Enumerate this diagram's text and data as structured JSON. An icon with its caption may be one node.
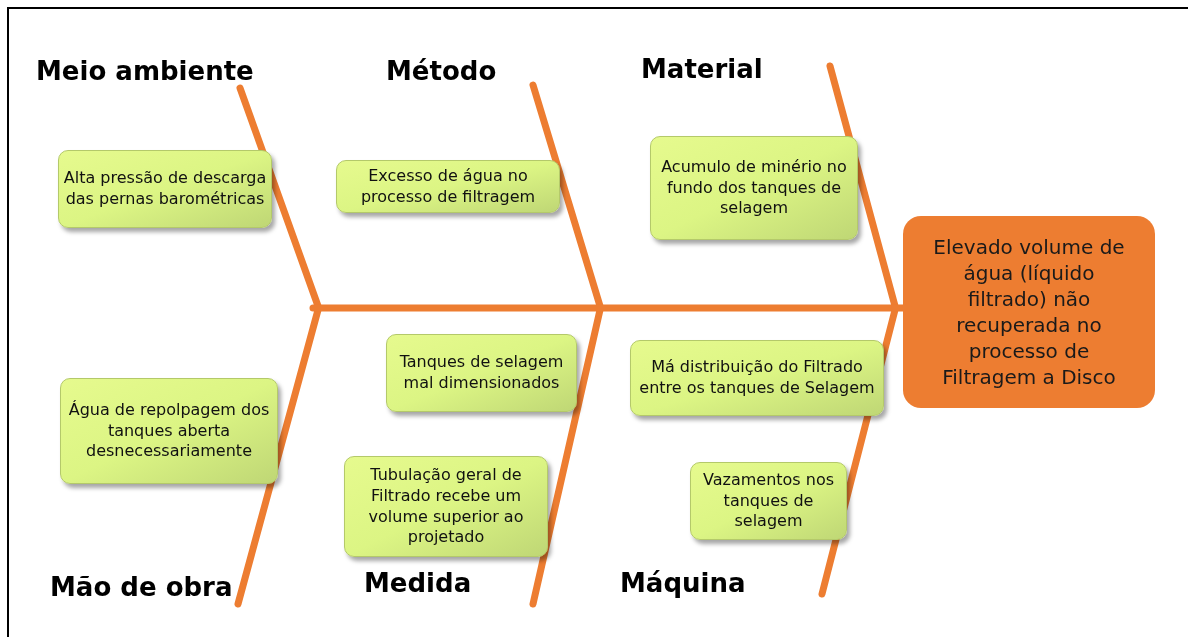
{
  "diagram": {
    "nodes": [
      {
        "text": [
          "Alta pressão de descarga das pernas barométricas"
        ]
      },
      {
        "text": [
          "Excesso de água no processo de filtragem"
        ]
      },
      {
        "text": [
          "Acumulo de minério no fundo dos tanques de selagem"
        ]
      },
      {
        "text": [
          "Elevado volume de água (líquido filtrado) não recuperada no processo de Filtragem a Disco"
        ]
      },
      {
        "text": [
          "Tanques de selagem mal dimensionados"
        ]
      },
      {
        "text": [
          "Má distribuição do Filtrado entre os tanques de Selagem"
        ]
      },
      {
        "text": [
          "Água de repolpagem dos tanques aberta desnecessariamente"
        ]
      },
      {
        "text": [
          "Tubulação geral de Filtrado recebe um volume superior ao projetado"
        ]
      },
      {
        "text": [
          "Vazamentos nos tanques de selagem"
        ]
      }
    ],
    "edges": [
      {
        "from": null,
        "to": 3,
        "arrow": "none"
      }
    ],
    "labels": [
      "Meio ambiente",
      "Método",
      "Material",
      "Mão de obra",
      "Medida",
      "Máquina"
    ]
  }
}
